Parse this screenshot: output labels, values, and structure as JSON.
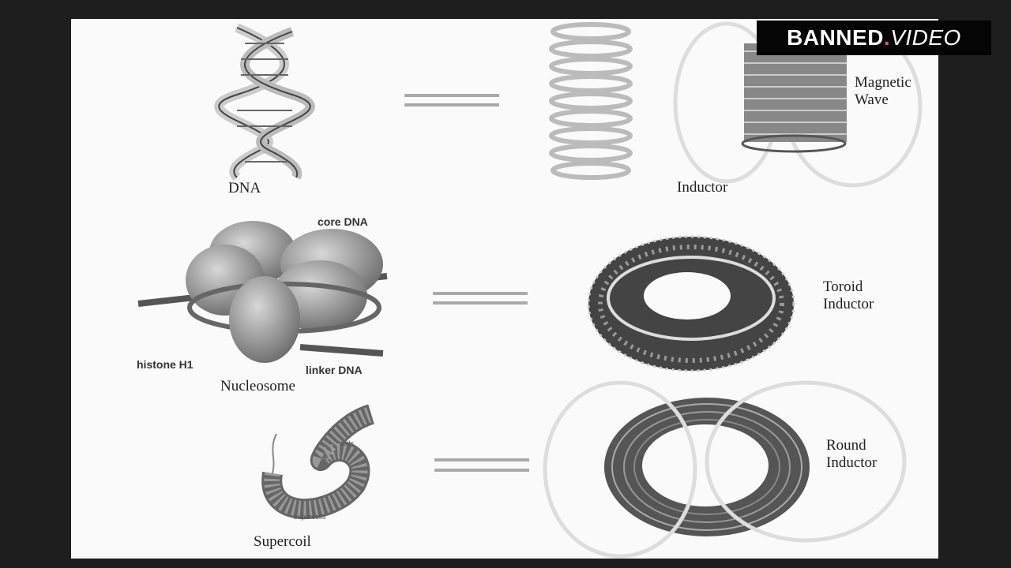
{
  "watermark": {
    "brand": "BANNED",
    "dot": ".",
    "suffix": "VIDEO"
  },
  "rows": [
    {
      "left_label": "DNA",
      "right_label": "Inductor",
      "right_note": [
        "Magnetic",
        "Wave"
      ]
    },
    {
      "left_label": "Nucleosome",
      "left_parts": {
        "core": "core DNA",
        "histone": "histone H1",
        "linker": "linker DNA"
      },
      "right_label": [
        "Toroid",
        "Inductor"
      ]
    },
    {
      "left_label": "Supercoil",
      "left_parts": {
        "coils": "coils",
        "supercoils": "supercoils"
      },
      "right_label": [
        "Round",
        "Inductor"
      ]
    }
  ]
}
